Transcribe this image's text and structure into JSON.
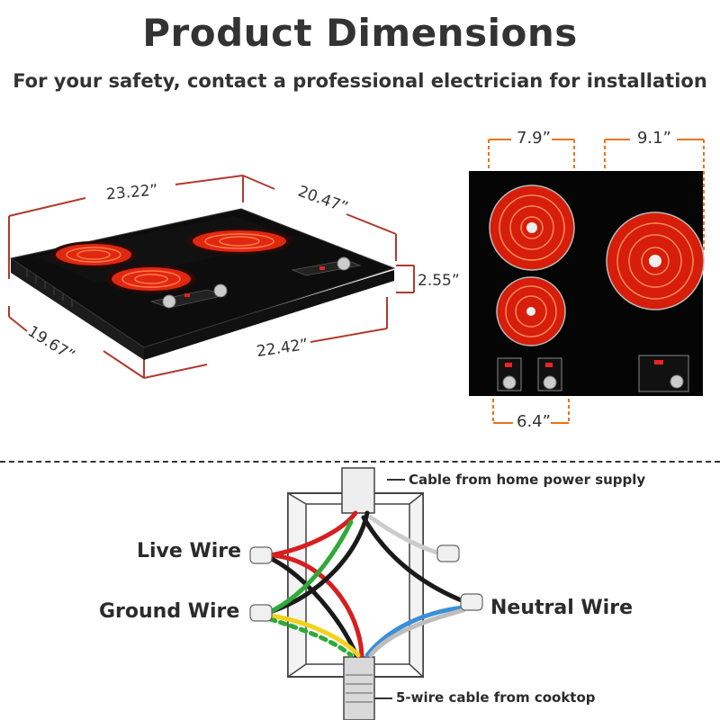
{
  "header": {
    "title": "Product Dimensions",
    "subtitle": "For your safety, contact a professional electrician for installation"
  },
  "dimensions": {
    "back_width": "23.22”",
    "side_depth": "20.47”",
    "height": "2.55”",
    "front_depth": "19.67”",
    "front_width": "22.42”",
    "burner_top_left": "7.9”",
    "burner_right": "9.1”",
    "burner_bottom_left": "6.4”"
  },
  "wiring": {
    "live": "Live Wire",
    "ground": "Ground Wire",
    "neutral": "Neutral Wire",
    "cable_top": "Cable from home power supply",
    "cable_bottom": "5-wire cable from cooktop"
  },
  "colors": {
    "dimension_line": "#b03a2e",
    "guide_orange": "#e8741e",
    "burner_red": "#e02810",
    "live": "#d81e1e",
    "ground": "#2faa3a",
    "neutral": "#1a1a1a",
    "blue": "#3b8fd9",
    "yellow": "#f2d21b"
  }
}
